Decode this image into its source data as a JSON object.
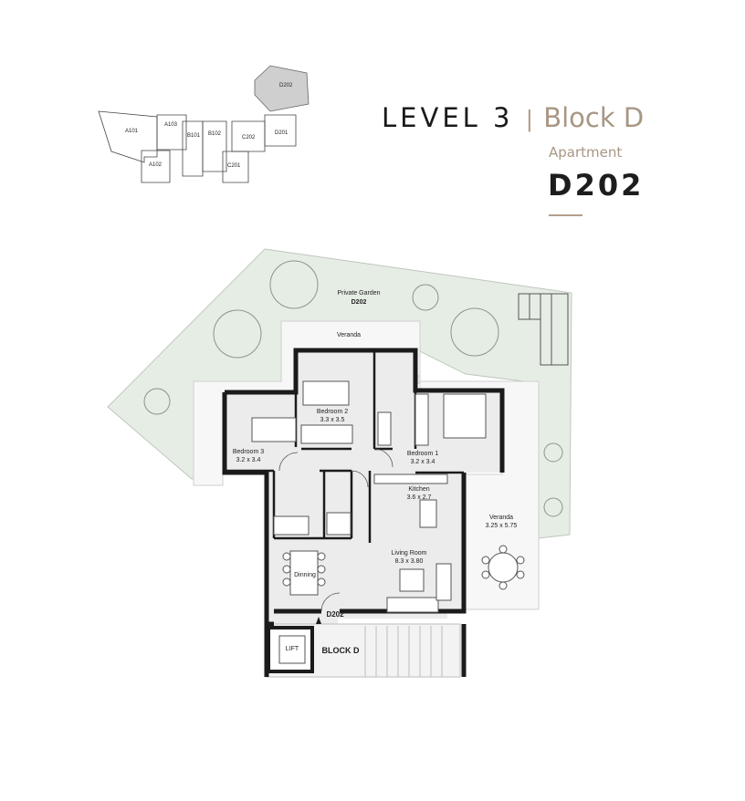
{
  "header": {
    "level": "LEVEL 3",
    "separator": "|",
    "block": "Block D",
    "apartment_label": "Apartment",
    "apartment_id": "D202"
  },
  "key_plan": {
    "units": [
      "A101",
      "A103",
      "A102",
      "B101",
      "B102",
      "C202",
      "C201",
      "D201",
      "D202"
    ],
    "highlight_color": "#cfcfcf"
  },
  "floor_plan": {
    "garden": {
      "title": "Private Garden",
      "id": "D202"
    },
    "veranda_north": "Veranda",
    "bedroom2": {
      "name": "Bedroom 2",
      "size": "3.3 x 3.5"
    },
    "bedroom3": {
      "name": "Bedroom 3",
      "size": "3.2 x 3.4"
    },
    "bedroom1": {
      "name": "Bedroom 1",
      "size": "3.2 x 3.4"
    },
    "kitchen": {
      "name": "Kitchen",
      "size": "3.6 x 2.7"
    },
    "veranda_east": {
      "name": "Veranda",
      "size": "3.25 x 5.75"
    },
    "living": {
      "name": "Living Room",
      "size": "8.3 x 3.80"
    },
    "dining": "Dinning",
    "entry": "D202",
    "lift": "LIFT",
    "block_label": "BLOCK D",
    "colors": {
      "garden": "#e6ede5",
      "floor": "#ececec",
      "wall": "#1b1b1b",
      "accent": "#a89684"
    }
  }
}
